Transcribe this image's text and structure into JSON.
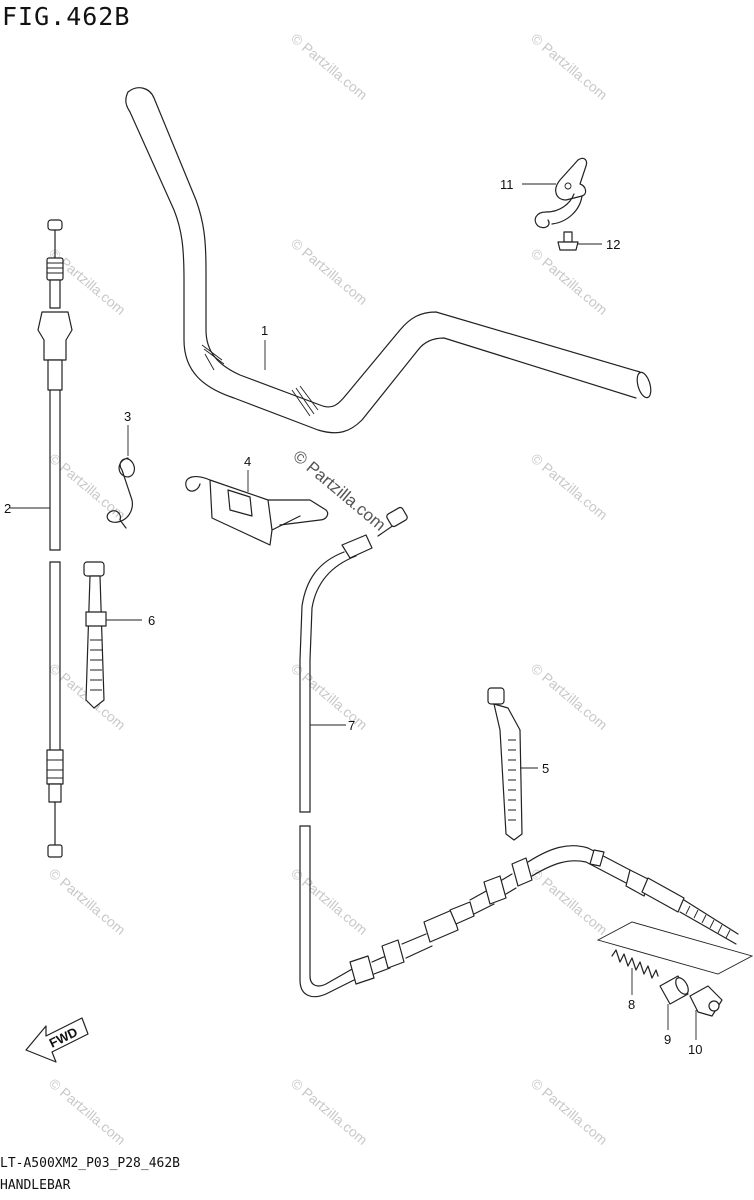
{
  "figure": {
    "title": "FIG.462B",
    "footer_code": "LT-A500XM2_P03_P28_462B",
    "footer_name": "HANDLEBAR"
  },
  "watermark": {
    "text": "© Partzilla.com",
    "featured_text": "© Partzilla.com"
  },
  "fwd_label": "FWD",
  "callouts": [
    {
      "id": "c1",
      "label": "1"
    },
    {
      "id": "c2",
      "label": "2"
    },
    {
      "id": "c3",
      "label": "3"
    },
    {
      "id": "c4",
      "label": "4"
    },
    {
      "id": "c5",
      "label": "5"
    },
    {
      "id": "c6",
      "label": "6"
    },
    {
      "id": "c7",
      "label": "7"
    },
    {
      "id": "c8",
      "label": "8"
    },
    {
      "id": "c9",
      "label": "9"
    },
    {
      "id": "c10",
      "label": "10"
    },
    {
      "id": "c11",
      "label": "11"
    },
    {
      "id": "c12",
      "label": "12"
    }
  ]
}
